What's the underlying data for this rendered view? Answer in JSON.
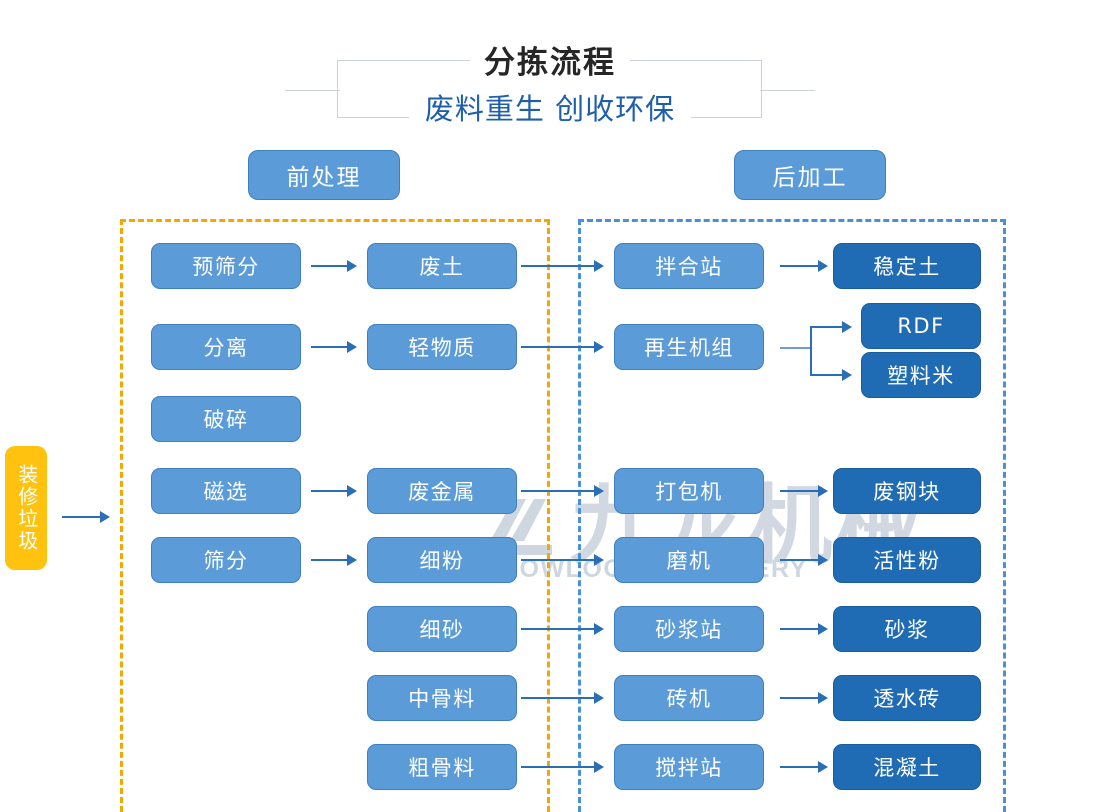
{
  "header": {
    "title": "分拣流程",
    "subtitle": "废料重生 创收环保"
  },
  "sections": {
    "pre_label": "前处理",
    "post_label": "后加工"
  },
  "input": {
    "label": "装修垃圾"
  },
  "watermark": {
    "cn": "九龙机械",
    "en": "KOWLOONMACHINERY"
  },
  "colors": {
    "node_light": "#5a9bd8",
    "node_dark": "#1f6cb4",
    "input_yellow": "#ffc20e",
    "frame_pre": "#f5a700",
    "frame_post": "#4a90d9",
    "arrow": "#2a6fb5",
    "title_main": "#262626",
    "title_sub": "#1f5fa9"
  },
  "chart_data": {
    "type": "diagram",
    "title": "分拣流程",
    "columns": [
      {
        "name": "pre_process",
        "group": "前处理"
      },
      {
        "name": "pre_output",
        "group": "前处理"
      },
      {
        "name": "post_process",
        "group": "后加工"
      },
      {
        "name": "post_output",
        "group": "后加工"
      }
    ],
    "nodes": [
      {
        "id": "n0",
        "label": "装修垃圾",
        "col": "input",
        "style": "yellow"
      },
      {
        "id": "n1",
        "label": "预筛分",
        "col": "pre_process",
        "style": "light"
      },
      {
        "id": "n2",
        "label": "分离",
        "col": "pre_process",
        "style": "light"
      },
      {
        "id": "n3",
        "label": "破碎",
        "col": "pre_process",
        "style": "light"
      },
      {
        "id": "n4",
        "label": "磁选",
        "col": "pre_process",
        "style": "light"
      },
      {
        "id": "n5",
        "label": "筛分",
        "col": "pre_process",
        "style": "light"
      },
      {
        "id": "n6",
        "label": "废土",
        "col": "pre_output",
        "style": "light"
      },
      {
        "id": "n7",
        "label": "轻物质",
        "col": "pre_output",
        "style": "light"
      },
      {
        "id": "n8",
        "label": "废金属",
        "col": "pre_output",
        "style": "light"
      },
      {
        "id": "n9",
        "label": "细粉",
        "col": "pre_output",
        "style": "light"
      },
      {
        "id": "n10",
        "label": "细砂",
        "col": "pre_output",
        "style": "light"
      },
      {
        "id": "n11",
        "label": "中骨料",
        "col": "pre_output",
        "style": "light"
      },
      {
        "id": "n12",
        "label": "粗骨料",
        "col": "pre_output",
        "style": "light"
      },
      {
        "id": "n13",
        "label": "拌合站",
        "col": "post_process",
        "style": "light"
      },
      {
        "id": "n14",
        "label": "再生机组",
        "col": "post_process",
        "style": "light"
      },
      {
        "id": "n15",
        "label": "打包机",
        "col": "post_process",
        "style": "light"
      },
      {
        "id": "n16",
        "label": "磨机",
        "col": "post_process",
        "style": "light"
      },
      {
        "id": "n17",
        "label": "砂浆站",
        "col": "post_process",
        "style": "light"
      },
      {
        "id": "n18",
        "label": "砖机",
        "col": "post_process",
        "style": "light"
      },
      {
        "id": "n19",
        "label": "搅拌站",
        "col": "post_process",
        "style": "light"
      },
      {
        "id": "n20",
        "label": "稳定土",
        "col": "post_output",
        "style": "dark"
      },
      {
        "id": "n21",
        "label": "RDF",
        "col": "post_output",
        "style": "dark"
      },
      {
        "id": "n22",
        "label": "塑料米",
        "col": "post_output",
        "style": "dark"
      },
      {
        "id": "n23",
        "label": "废钢块",
        "col": "post_output",
        "style": "dark"
      },
      {
        "id": "n24",
        "label": "活性粉",
        "col": "post_output",
        "style": "dark"
      },
      {
        "id": "n25",
        "label": "砂浆",
        "col": "post_output",
        "style": "dark"
      },
      {
        "id": "n26",
        "label": "透水砖",
        "col": "post_output",
        "style": "dark"
      },
      {
        "id": "n27",
        "label": "混凝土",
        "col": "post_output",
        "style": "dark"
      }
    ],
    "edges": [
      {
        "from": "n0",
        "to": "n1"
      },
      {
        "from": "n1",
        "to": "n6"
      },
      {
        "from": "n2",
        "to": "n7"
      },
      {
        "from": "n4",
        "to": "n8"
      },
      {
        "from": "n5",
        "to": "n9"
      },
      {
        "from": "n6",
        "to": "n13"
      },
      {
        "from": "n7",
        "to": "n14"
      },
      {
        "from": "n8",
        "to": "n15"
      },
      {
        "from": "n9",
        "to": "n16"
      },
      {
        "from": "n10",
        "to": "n17"
      },
      {
        "from": "n11",
        "to": "n18"
      },
      {
        "from": "n12",
        "to": "n19"
      },
      {
        "from": "n13",
        "to": "n20"
      },
      {
        "from": "n14",
        "to": "n21"
      },
      {
        "from": "n14",
        "to": "n22"
      },
      {
        "from": "n15",
        "to": "n23"
      },
      {
        "from": "n16",
        "to": "n24"
      },
      {
        "from": "n17",
        "to": "n25"
      },
      {
        "from": "n18",
        "to": "n26"
      },
      {
        "from": "n19",
        "to": "n27"
      }
    ]
  }
}
